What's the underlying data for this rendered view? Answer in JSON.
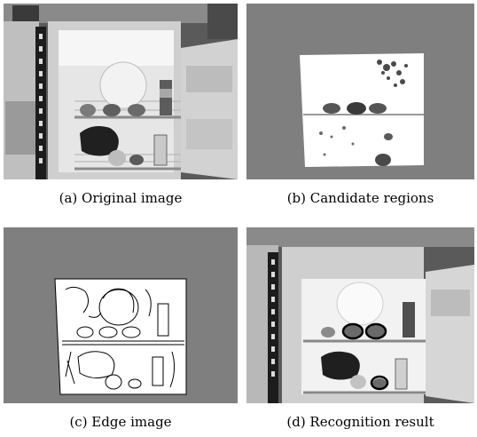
{
  "figure": {
    "panels": [
      {
        "id": "a",
        "caption": "(a) Original image"
      },
      {
        "id": "b",
        "caption": "(b) Candidate regions"
      },
      {
        "id": "c",
        "caption": "(c) Edge image"
      },
      {
        "id": "d",
        "caption": "(d) Recognition result"
      }
    ]
  },
  "colors": {
    "background_gray": "#7f7f7f",
    "fridge_light": "#e8e8e8",
    "dark_frame": "#2a2a2a"
  }
}
